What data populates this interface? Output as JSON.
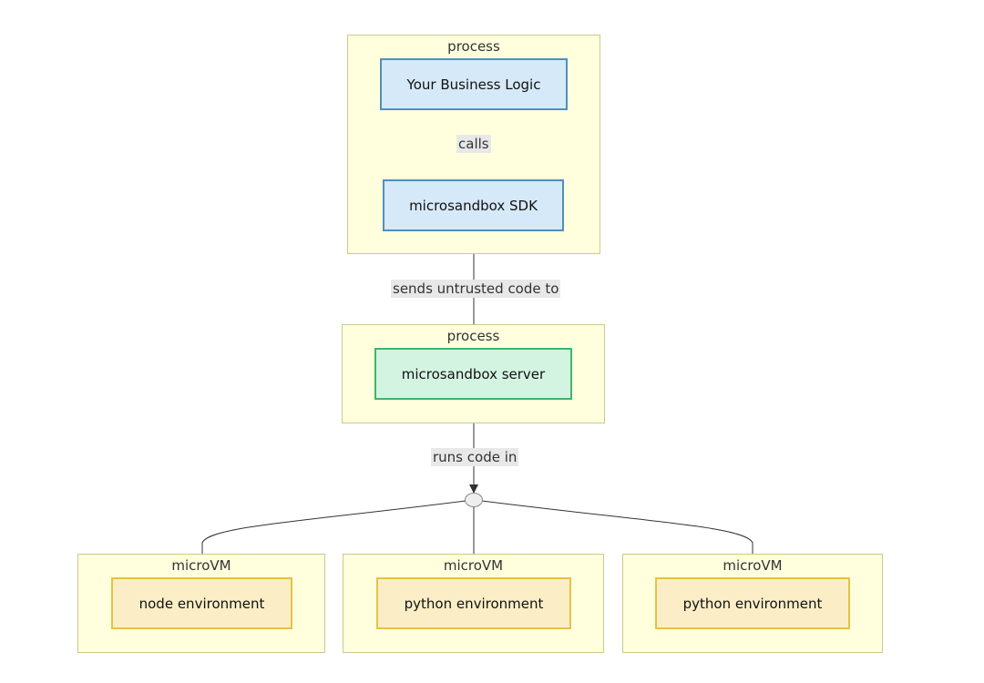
{
  "clusters": {
    "top_process": {
      "title": "process"
    },
    "server_process": {
      "title": "process"
    },
    "vm_node": {
      "title": "microVM"
    },
    "vm_python_1": {
      "title": "microVM"
    },
    "vm_python_2": {
      "title": "microVM"
    }
  },
  "nodes": {
    "business_logic": "Your Business Logic",
    "sdk": "microsandbox SDK",
    "server": "microsandbox server",
    "node_env": "node environment",
    "python_env_1": "python environment",
    "python_env_2": "python environment"
  },
  "edges": {
    "calls": "calls",
    "sends": "sends untrusted code to",
    "runs": "runs code in"
  },
  "colors": {
    "cluster_fill": "#ffffde",
    "cluster_border": "#c9cb8c",
    "blue_fill": "#d6e9f8",
    "blue_border": "#4f8fc0",
    "green_fill": "#d4f4e2",
    "green_border": "#3fb46c",
    "yellow_fill": "#fbeec6",
    "yellow_border": "#e6c243",
    "edge": "#333333"
  }
}
